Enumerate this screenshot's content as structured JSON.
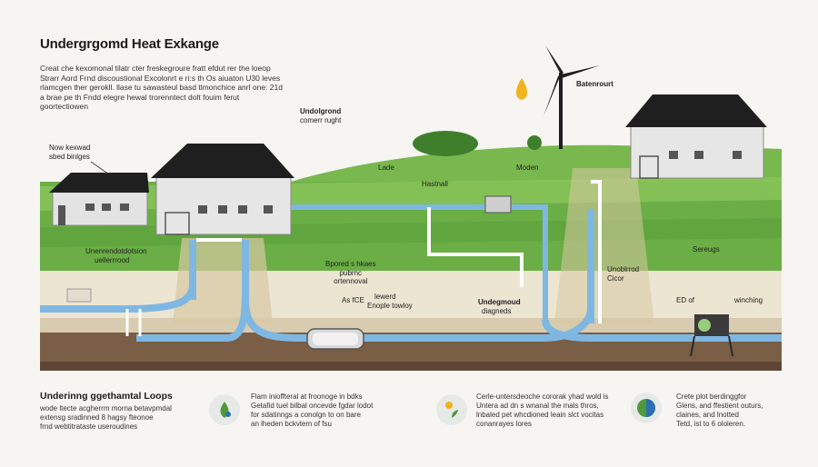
{
  "title": "Undergrgomd Heat Exkange",
  "intro": [
    "Creat che kexomonal tilatr cter freskegroure fratt efdut rer the loeop",
    "Strarr Aord Frnd discoustional Excolonrt e ri:s th Os aiuaton U30 leves",
    "rlamcgen ther gerokll. llase tu sawasteul basd tlmonchice anrl one: 21d",
    "a brae pe th Fndd elegre hewal trorenntect dolt fouim ferut",
    "goortectiowen"
  ],
  "labels": {
    "new_shed": [
      "Now kexwad",
      "sbed binlges"
    ],
    "underground_top": [
      "Undolgrond",
      "comerr rught"
    ],
    "batterout": "Batenrourt",
    "lade": "Lade",
    "moden": "Moden",
    "hastnall": "Hastnall",
    "underground_collector": [
      "Unenrendotdotsion",
      "uellerrrood"
    ],
    "bpored": [
      "Bpored s hkaes",
      "pubrnc",
      "ortennoval"
    ],
    "asice": "As fCE",
    "enple": [
      "lewerd",
      "Enople towloy"
    ],
    "underground_diagnostics": [
      "Undegmoud",
      "diagneds"
    ],
    "undclrrod": [
      "Unoblrrod",
      "Cicor"
    ],
    "sereugs": "Sereugs",
    "ed_of": "ED of",
    "winching": "winching"
  },
  "bottom": {
    "title": "Underinng ggethamtal Loops",
    "col1": [
      "wode ltecte acgherrm morna betavpmdal",
      "extensg sradinned 8 hagsy fteonoe",
      "frnd webtitrataste useroudines"
    ],
    "col2": [
      "Flam inioffteral at froonoge in bdks",
      "Getafid tuel bilbal oncevde fgdar lodot",
      "for sdatinngs a conolgn to on bare",
      "an lheden bckvtem of fsu"
    ],
    "col3": [
      "Cerle-untersdeoche cororak yhad wold is",
      "Untera ad dn s wnanal the mals thros,",
      "lnbaled pet whcdioned leain slct vocitas",
      "conanrayes lores"
    ],
    "col4": [
      "Crete plot berdinggfor",
      "Glens, and ffestient outurs,",
      "claines, and lnotted",
      "Tetd, ist to 6 ololeren."
    ]
  },
  "icons": [
    "leaf-drop-icon",
    "leaf-drop-icon",
    "sun-sprout-icon",
    "globe-leaf-icon"
  ],
  "colors": {
    "sky": "#f6f5f1",
    "grass_dark": "#5da33f",
    "grass_light": "#89c25a",
    "soil": "#e9e2cf",
    "soil_dark": "#7a5f47",
    "pipe": "#7fb7e3",
    "pipe_dark": "#4e89bd",
    "roof": "#1f1f1f",
    "wall": "#dcdcdc"
  }
}
